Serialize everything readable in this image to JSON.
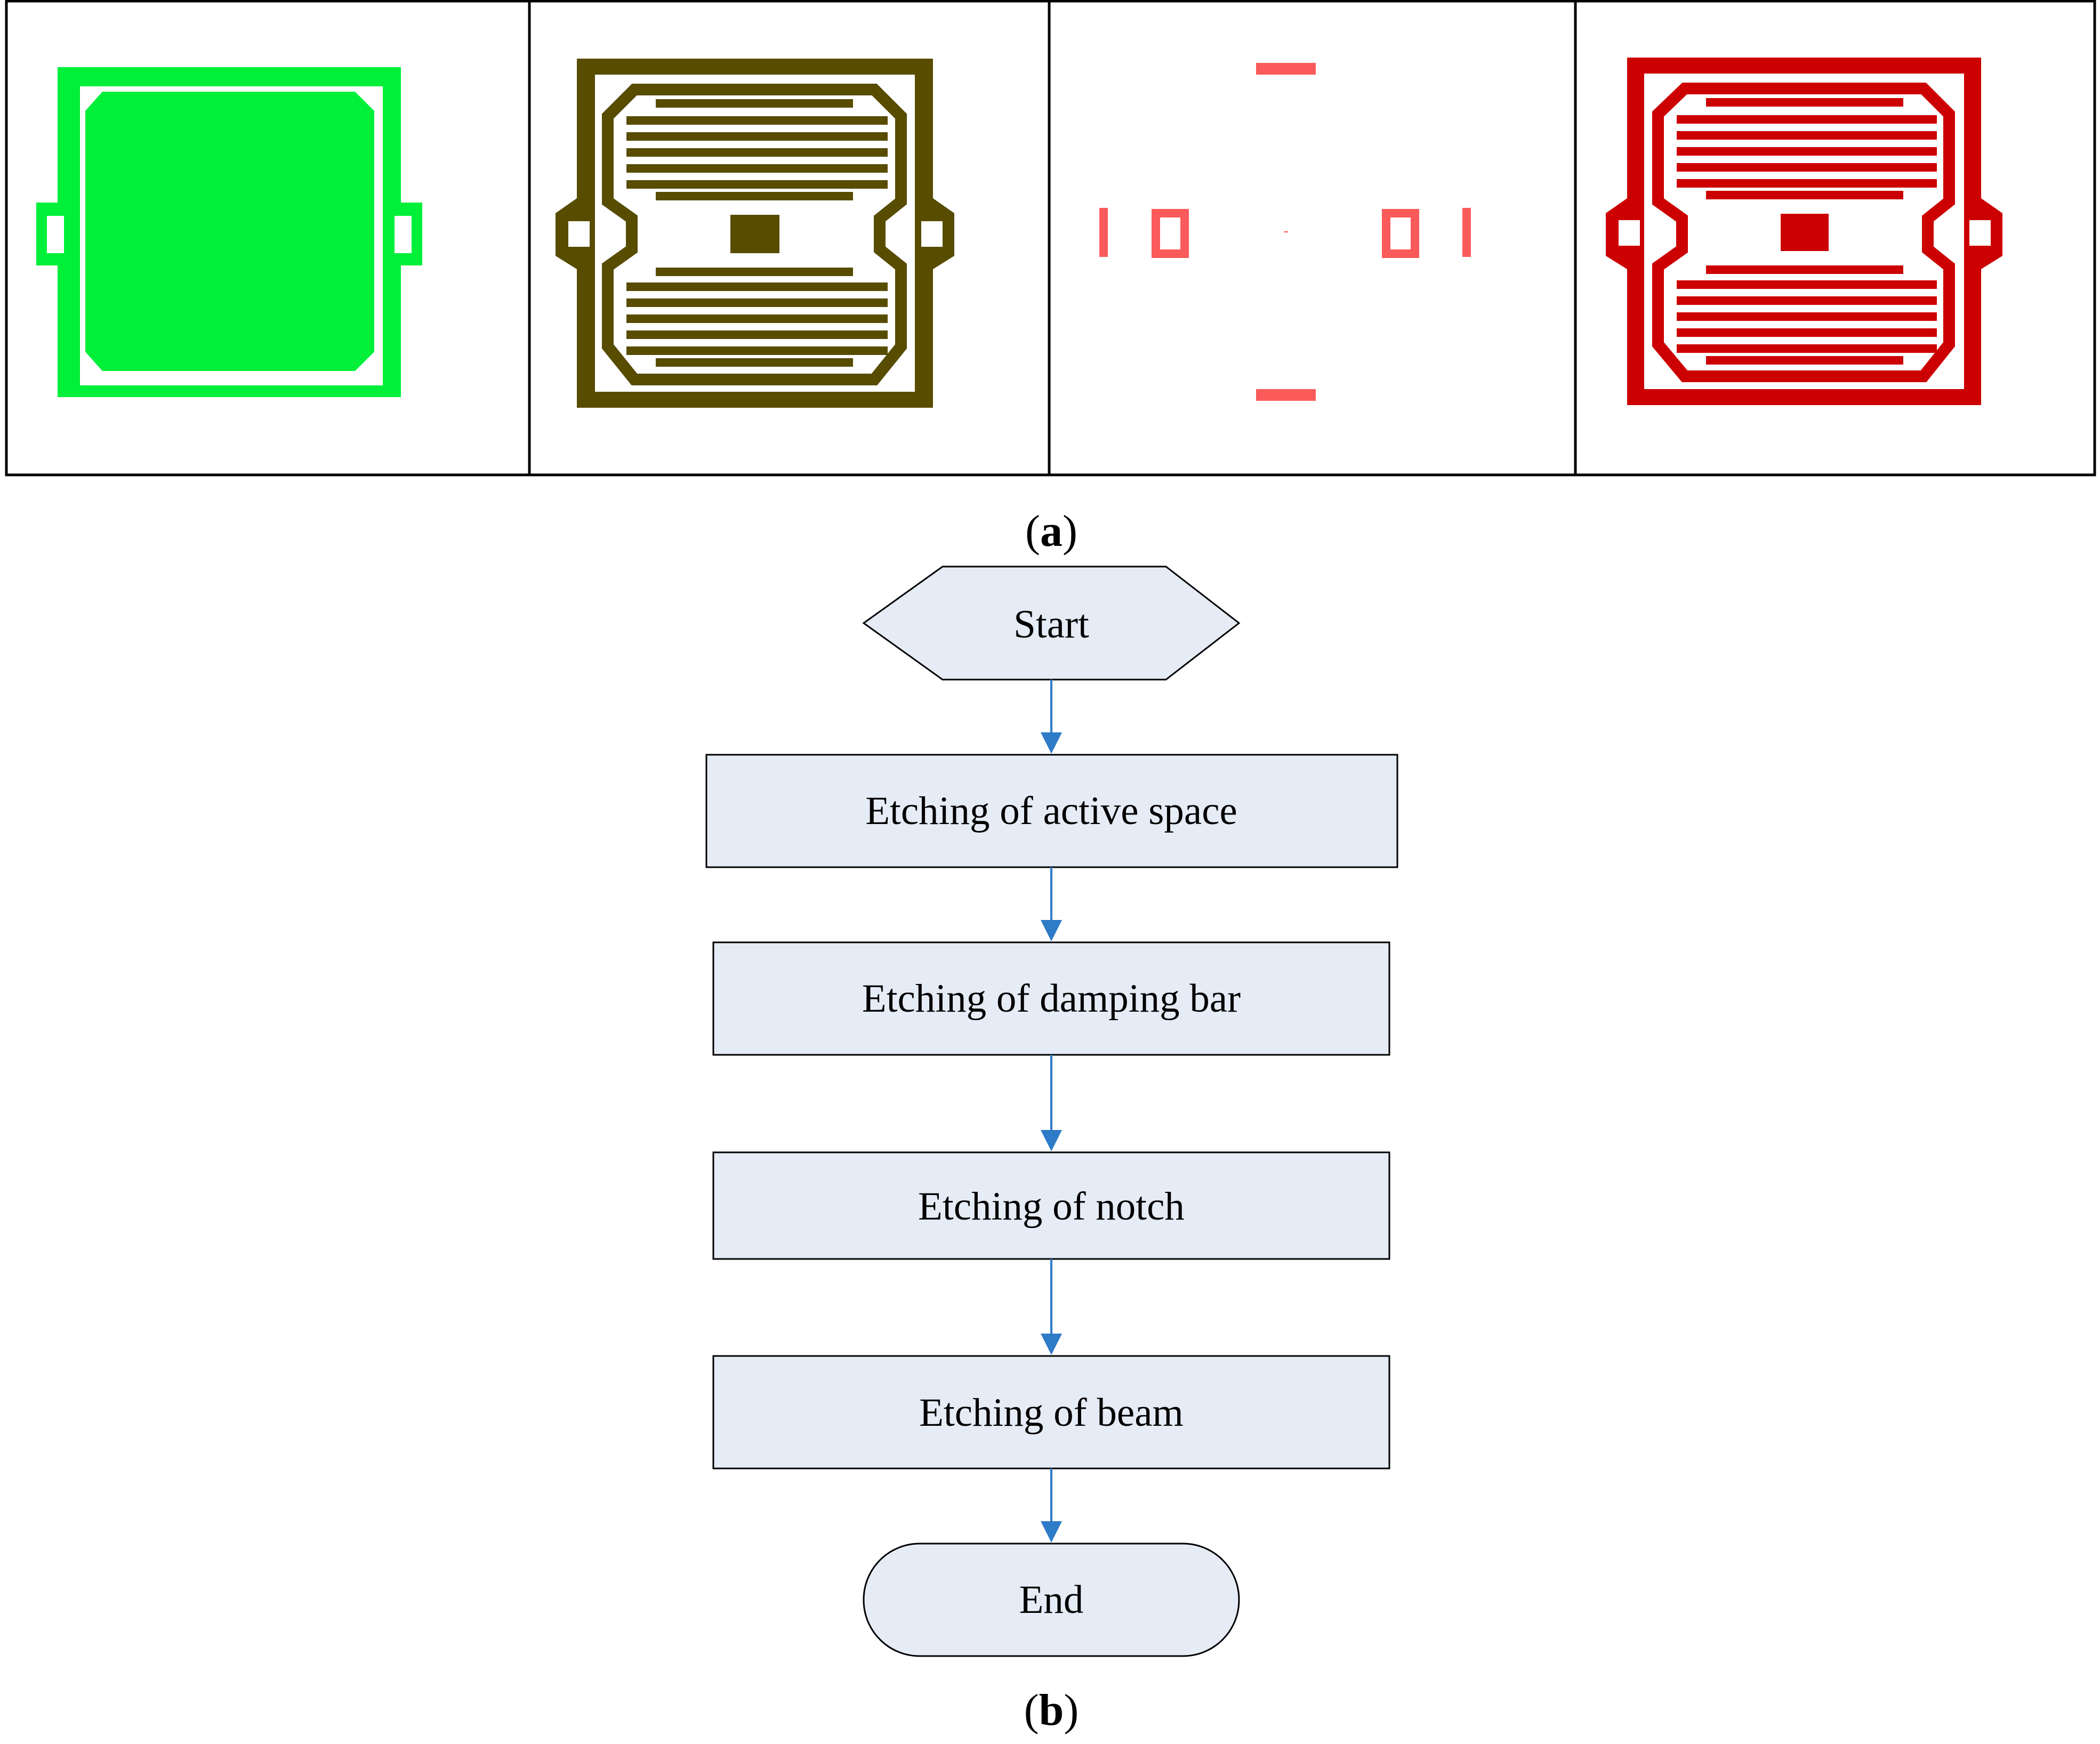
{
  "panels": {
    "a_label": "a",
    "b_label": "b"
  },
  "layout_panels": {
    "colors": {
      "active_space": "#00f03a",
      "damping_bar": "#574c00",
      "notch": "#fa5a5a",
      "beam": "#cc0000",
      "border": "#000000"
    }
  },
  "flowchart": {
    "start": "Start",
    "steps": [
      "Etching of active space",
      "Etching of damping bar",
      "Etching of notch",
      "Etching of beam"
    ],
    "end": "End",
    "colors": {
      "node_fill": "#e6ecf6",
      "arrow": "#2e7bc7"
    }
  }
}
